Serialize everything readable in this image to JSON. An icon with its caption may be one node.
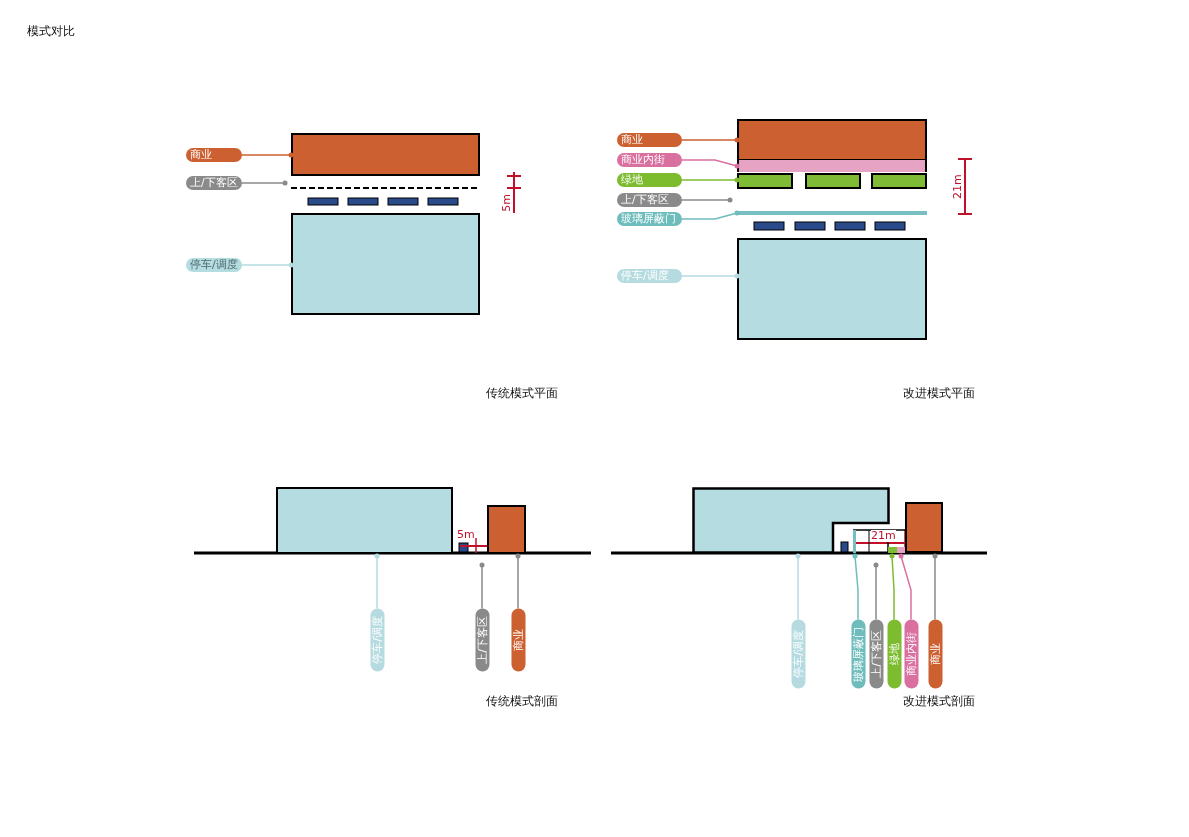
{
  "diagram": {
    "title": "模式对比",
    "nodes": [
      {
        "text": [
          "商业"
        ]
      },
      {
        "text": [
          "上/下客区"
        ]
      },
      {
        "text": [
          "停车/调度"
        ]
      },
      {
        "text": [],
        "shape": "box"
      },
      {
        "text": [],
        "shape": "box"
      },
      {
        "text": [
          "商业"
        ]
      },
      {
        "text": [
          "商业内街"
        ]
      },
      {
        "text": [
          "绿地"
        ]
      },
      {
        "text": [
          "上/下客区"
        ]
      },
      {
        "text": [
          "玻璃屏蔽门"
        ]
      },
      {
        "text": [
          "停车/调度"
        ]
      },
      {
        "text": [],
        "shape": "box"
      },
      {
        "text": [],
        "shape": "box"
      },
      {
        "text": [],
        "shape": "box"
      },
      {
        "text": [],
        "shape": "box"
      },
      {
        "text": [],
        "shape": "box"
      },
      {
        "text": [],
        "shape": "bar"
      },
      {
        "text": [],
        "shape": "box"
      },
      {
        "text": [],
        "shape": "box"
      },
      {
        "text": [],
        "shape": "box"
      },
      {
        "text": [
          "停车/调度"
        ]
      },
      {
        "text": [
          "上/下客区"
        ]
      },
      {
        "text": [
          "商业"
        ]
      },
      {
        "text": [],
        "shape": "box"
      },
      {
        "text": [],
        "shape": "bar"
      },
      {
        "text": [],
        "shape": "box"
      },
      {
        "text": [],
        "shape": "box"
      },
      {
        "text": [],
        "shape": "box"
      },
      {
        "text": [
          "停车/调度"
        ]
      },
      {
        "text": [
          "玻璃屏蔽门"
        ]
      },
      {
        "text": [
          "上/下客区"
        ]
      },
      {
        "text": [
          "绿地"
        ]
      },
      {
        "text": [
          "商业内街"
        ]
      },
      {
        "text": [
          "商业"
        ]
      }
    ],
    "edges": [
      {
        "from": 0,
        "to": 3,
        "arrow": "other",
        "color": "#cc6030"
      },
      {
        "from": 1,
        "to": 3,
        "arrow": "other",
        "color": "#8a8a8a"
      },
      {
        "from": 2,
        "to": 4,
        "arrow": "other",
        "color": "#b5dbe0"
      },
      {
        "from": 5,
        "to": 11,
        "arrow": "other",
        "color": "#cc6030"
      },
      {
        "from": 6,
        "to": 12,
        "arrow": "other",
        "color": "#d9709f"
      },
      {
        "from": 7,
        "to": 13,
        "arrow": "other",
        "color": "#7dbb2f"
      },
      {
        "from": 8,
        "to": 16,
        "arrow": "other",
        "color": "#8a8a8a"
      },
      {
        "from": 9,
        "to": 16,
        "arrow": "other",
        "color": "#6fbcbc"
      },
      {
        "from": 10,
        "to": 17,
        "arrow": "other",
        "color": "#b5dbe0"
      },
      {
        "from": 20,
        "to": 18,
        "arrow": "other",
        "color": "#b5dbe0"
      },
      {
        "from": 21,
        "to": 19,
        "arrow": "other",
        "color": "#8a8a8a"
      },
      {
        "from": 22,
        "to": 19,
        "arrow": "other",
        "color": "#8a8a8a"
      },
      {
        "from": 28,
        "to": 23,
        "arrow": "other",
        "color": "#b5dbe0"
      },
      {
        "from": 29,
        "to": 24,
        "arrow": "other",
        "color": "#6fbcbc"
      },
      {
        "from": 30,
        "to": 25,
        "arrow": "other",
        "color": "#8a8a8a"
      },
      {
        "from": 31,
        "to": 25,
        "arrow": "other",
        "color": "#7dbb2f"
      },
      {
        "from": 32,
        "to": 26,
        "arrow": "other",
        "color": "#d9709f"
      },
      {
        "from": 33,
        "to": 27,
        "arrow": "other",
        "color": "#8a8a8a"
      }
    ],
    "labels": [
      "5m",
      "21m",
      "传统模式平面",
      "改进模式平面",
      "5m",
      "21m",
      "传统模式剖面",
      "改进模式剖面"
    ]
  }
}
